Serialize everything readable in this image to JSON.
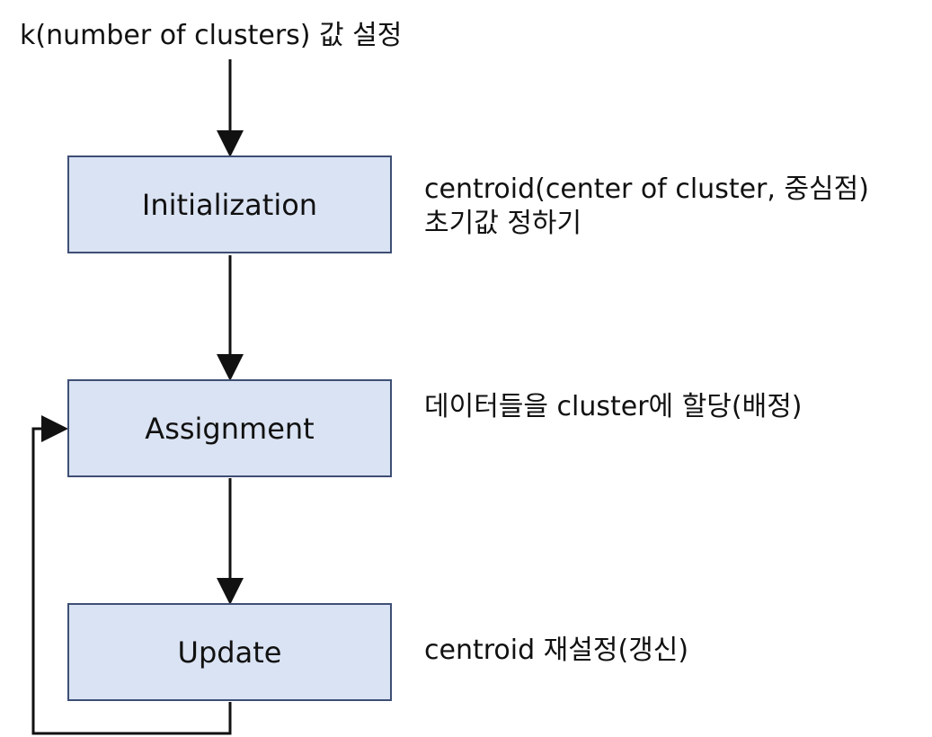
{
  "header": {
    "label": "k(number of clusters) 값 설정"
  },
  "steps": [
    {
      "label": "Initialization",
      "note_line1": "centroid(center of cluster, 중심점)",
      "note_line2": "초기값 정하기"
    },
    {
      "label": "Assignment",
      "note_line1": "데이터들을 cluster에 할당(배정)"
    },
    {
      "label": "Update",
      "note_line1": "centroid 재설정(갱신)"
    }
  ]
}
